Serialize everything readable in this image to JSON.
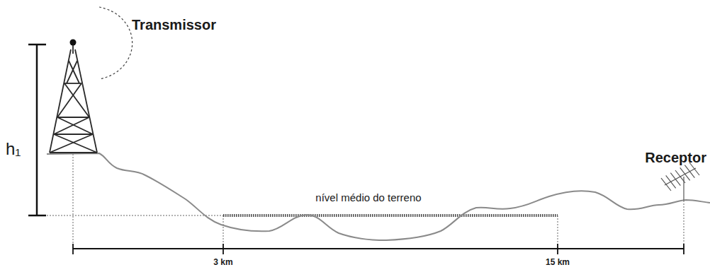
{
  "diagram": {
    "labels": [
      "Transmissor",
      "h₁",
      "Receptor",
      "nível médio do terreno",
      "3 km",
      "15 km"
    ]
  }
}
